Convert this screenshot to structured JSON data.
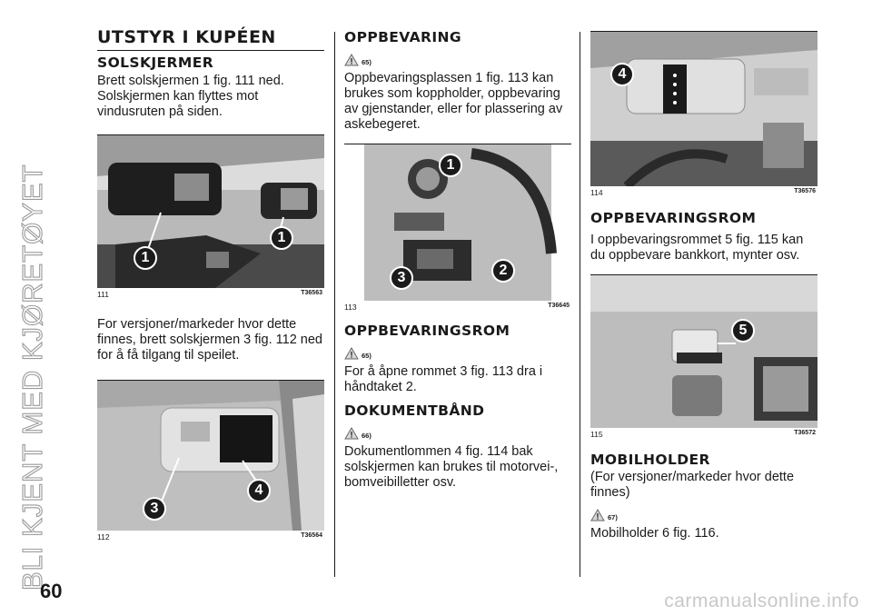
{
  "side_title": "BLI KJENT MED KJØRETØYET",
  "page_number": "60",
  "watermark": "carmanualsonline.info",
  "col1": {
    "main_heading": "UTSTYR I KUPÉEN",
    "sub_heading": "SOLSKJERMER",
    "para1": "Brett solskjermen 1 fig. 111 ned. Solskjermen kan flyttes mot vindusruten på siden.",
    "para2": "For versjoner/markeder hvor dette finnes, brett solskjermen 3 fig. 112 ned for å få tilgang til speilet.",
    "fig111": {
      "num": "111",
      "code": "T36563",
      "badges": [
        "1",
        "1"
      ]
    },
    "fig112": {
      "num": "112",
      "code": "T36564",
      "badges": [
        "3",
        "4"
      ]
    }
  },
  "col2": {
    "heading1": "OPPBEVARING",
    "warn1": "65)",
    "para1": "Oppbevaringsplassen 1 fig. 113 kan brukes som koppholder, oppbevaring av gjenstander, eller for plassering av askebegeret.",
    "fig113": {
      "num": "113",
      "code": "T36645",
      "badges": [
        "1",
        "2",
        "3"
      ]
    },
    "heading2": "OPPBEVARINGSROM",
    "warn2": "65)",
    "para2": "For å åpne rommet 3 fig. 113 dra i håndtaket 2.",
    "heading3": "DOKUMENTBÅND",
    "warn3": "66)",
    "para3": "Dokumentlommen 4 fig. 114 bak solskjermen kan brukes til motorvei-, bomveibilletter osv."
  },
  "col3": {
    "fig114": {
      "num": "114",
      "code": "T36576",
      "badges": [
        "4"
      ]
    },
    "heading1": "OPPBEVARINGSROM",
    "para1": "I oppbevaringsrommet 5 fig. 115 kan du oppbevare bankkort, mynter osv.",
    "fig115": {
      "num": "115",
      "code": "T36572",
      "badges": [
        "5"
      ]
    },
    "heading2": "MOBILHOLDER",
    "para2": "(For versjoner/markeder hvor dette finnes)",
    "warn2": "67)",
    "para3": "Mobilholder 6 fig. 116."
  }
}
